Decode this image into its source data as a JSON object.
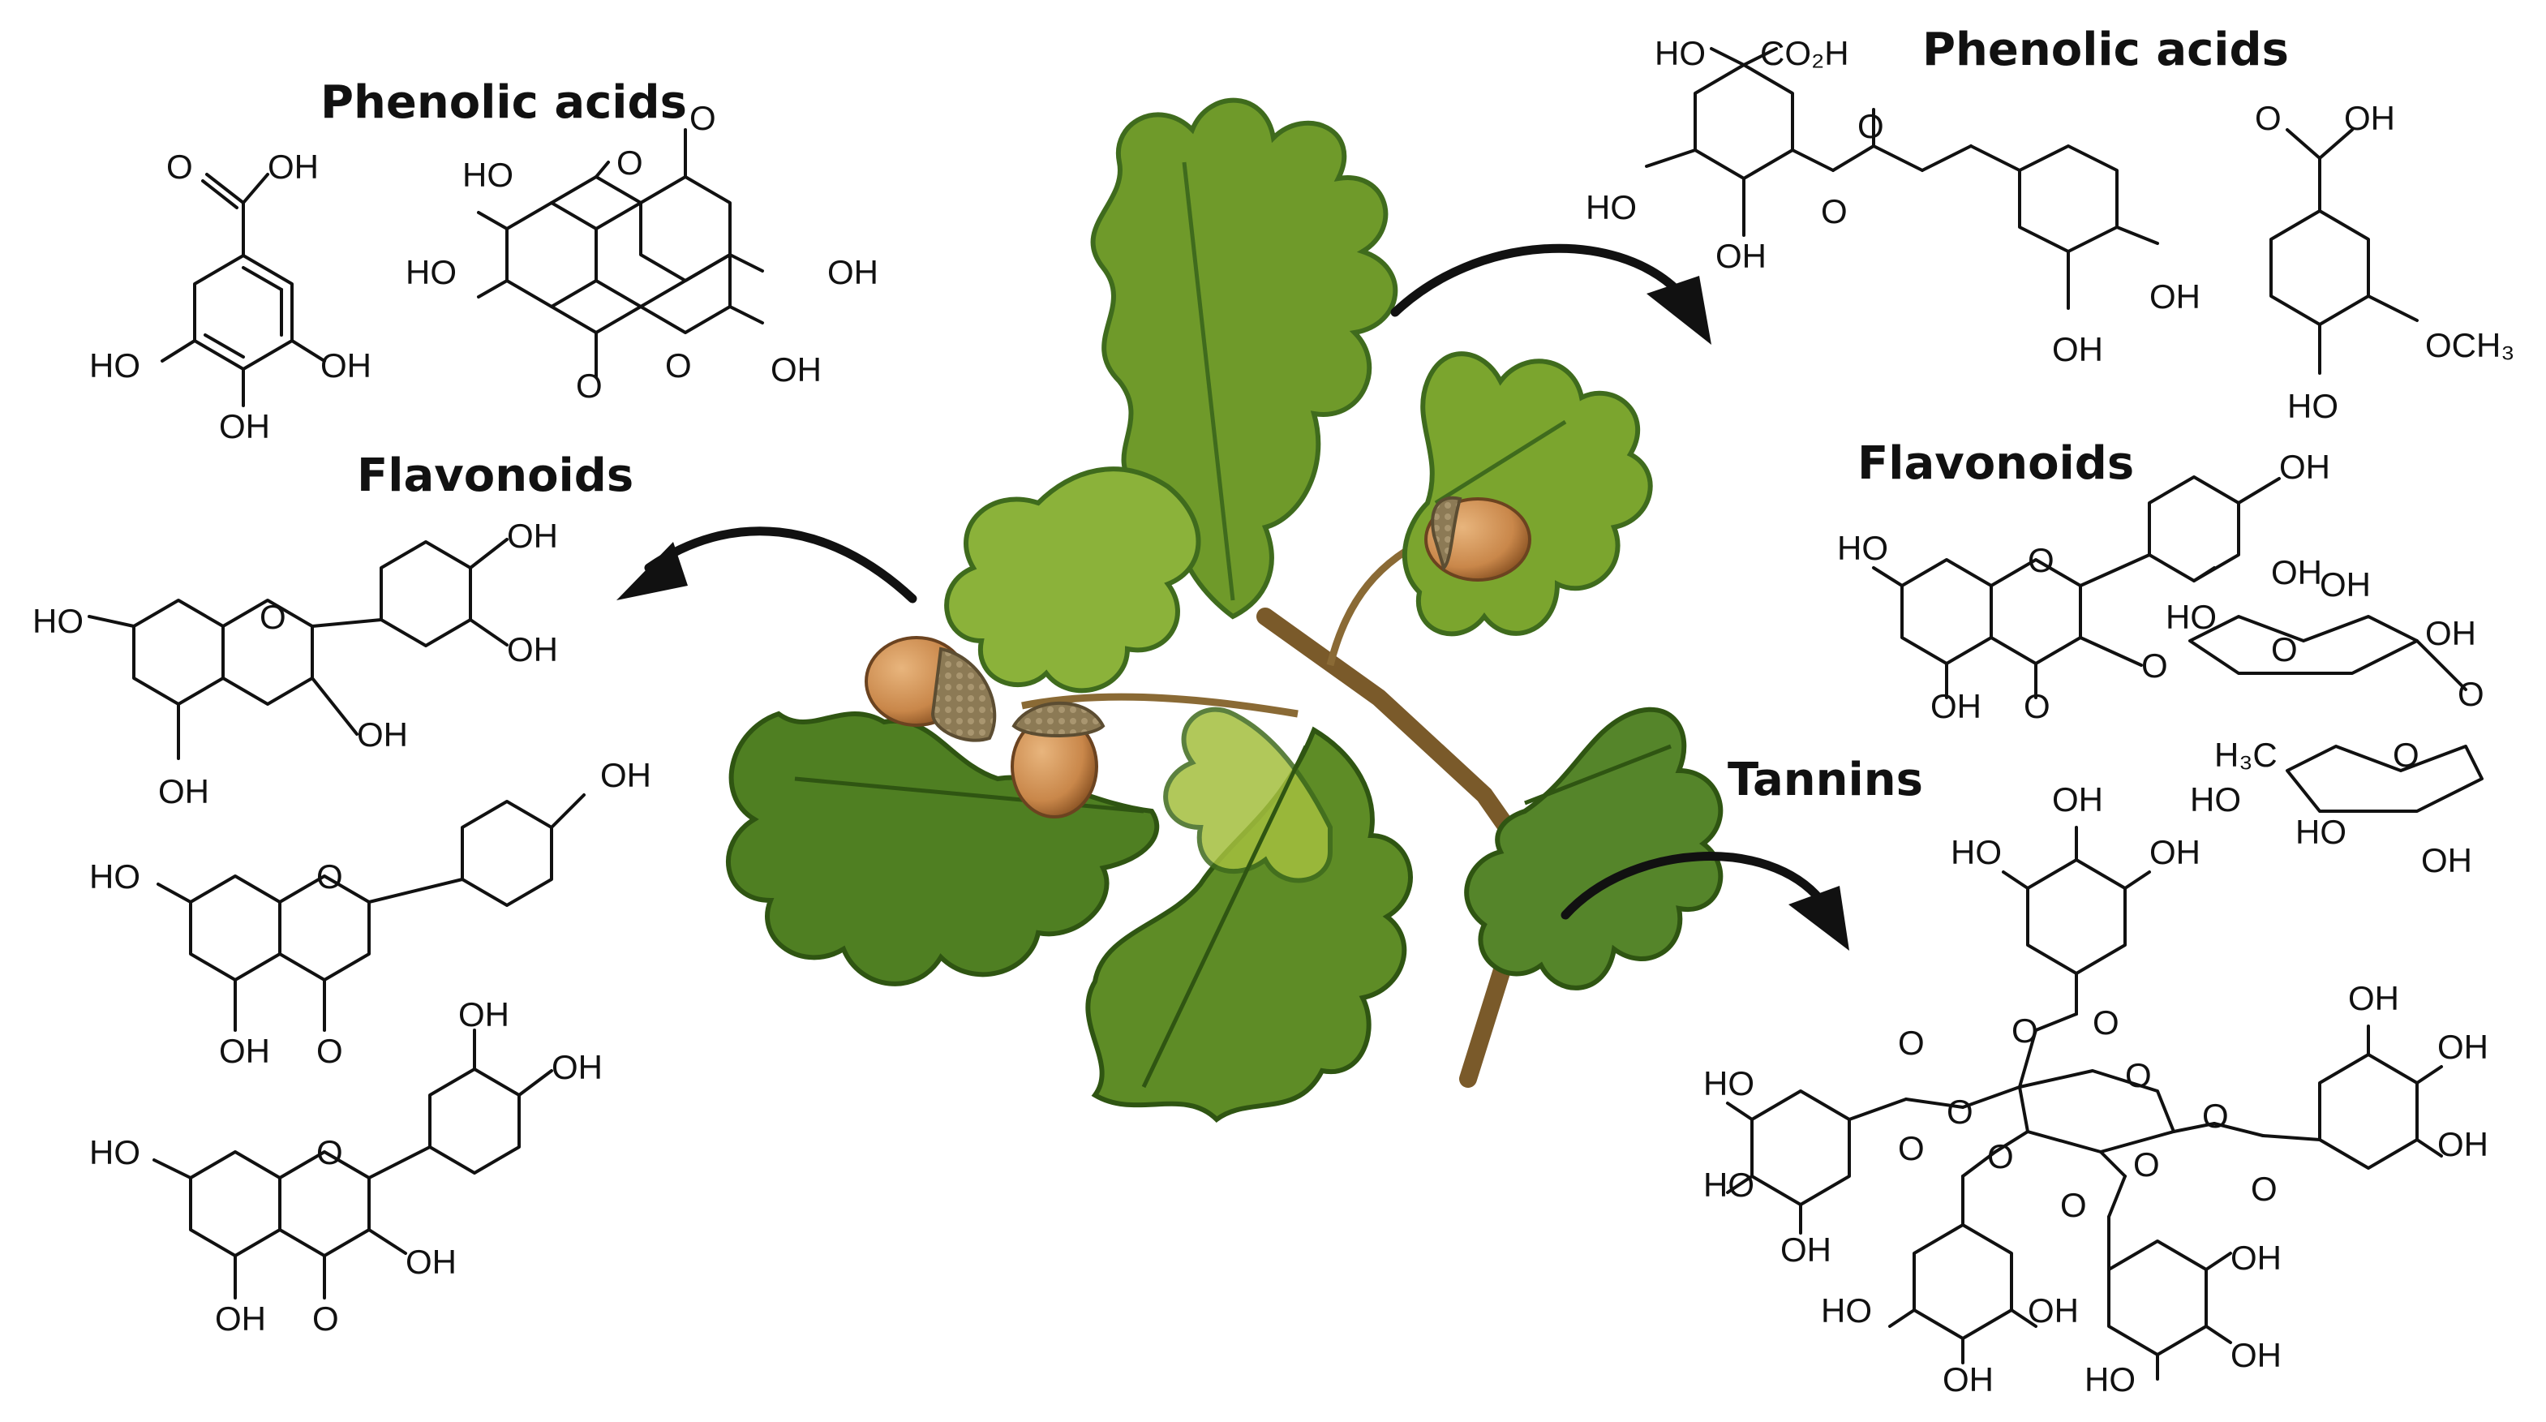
{
  "headings": {
    "phenolic_left": "Phenolic acids",
    "flavonoids_left": "Flavonoids",
    "phenolic_right": "Phenolic acids",
    "flavonoids_right": "Flavonoids",
    "tannins": "Tannins"
  },
  "atoms": {
    "ho": "HO",
    "oh": "OH",
    "o": "O",
    "co2h": "CO₂H",
    "och3": "OCH₃",
    "h3c": "H₃C"
  },
  "colors": {
    "leaf_dark": "#3f6b1d",
    "leaf_mid": "#6f9a2a",
    "leaf_light": "#a4bf3e",
    "acorn": "#c9874a",
    "cupule": "#8c7a55",
    "branch": "#7a5a2a",
    "ink": "#111111"
  }
}
